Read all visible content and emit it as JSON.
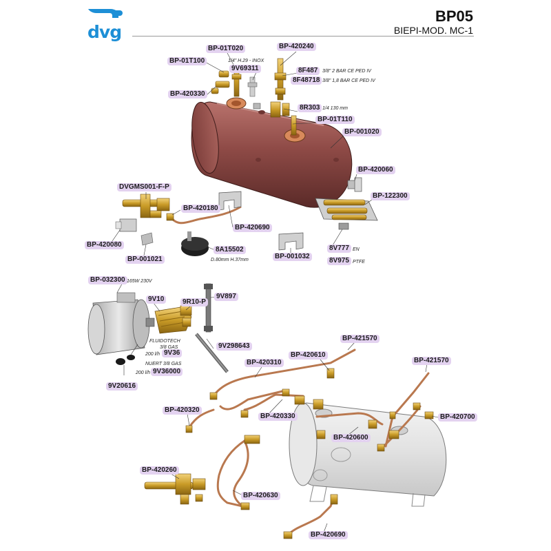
{
  "brand": {
    "name": "dvg",
    "logo_color": "#1d8fd6"
  },
  "header": {
    "code": "BP05",
    "model": "BIEPI-MOD. MC-1"
  },
  "colors": {
    "label_bg": "#e3d2f0",
    "boiler": "#8e4a46",
    "brass": "#c99b27",
    "copper": "#b9784f",
    "ghost_boiler": "#e6e6e6"
  },
  "labels": {
    "bp_01t020": "BP-01T020",
    "bp_420240": "BP-420240",
    "bp_01t100": "BP-01T100",
    "note_1_4_h29_inox": "1/4\" H.29 - INOX",
    "v9_69311": "9V69311",
    "f8_487": "8F487",
    "note_8f487": "3/8\" 2 BAR CE PED IV",
    "f8_48718": "8F48718",
    "note_8f48718": "3/8\" 1,8 BAR CE PED IV",
    "bp_420330_top": "BP-420330",
    "r8_303": "8R303",
    "note_8r303": "1/4 130 mm",
    "bp_01t110": "BP-01T110",
    "bp_001020": "BP-001020",
    "bp_420060": "BP-420060",
    "dvgms001": "DVGMS001-F-P",
    "bp_122300": "BP-122300",
    "bp_420180": "BP-420180",
    "bp_420690_top": "BP-420690",
    "bp_420080": "BP-420080",
    "a8_15502": "8A15502",
    "note_8a15502": "D.80mm H.37mm",
    "bp_001032": "BP-001032",
    "v8_777": "8V777",
    "note_8v777": "EN",
    "v8_975": "8V975",
    "note_8v975": "PTFE",
    "bp_001021": "BP-001021",
    "bp_032300": "BP-032300",
    "note_032300": "165W 230V",
    "v9_10": "9V10",
    "r9_10p": "9R10-P",
    "v9_897": "9V897",
    "note_fluidotech": "FLUIDOTECH",
    "note_38gas_a": "3/8 GAS",
    "note_200lh_a": "200 l/h",
    "v9_36": "9V36",
    "v9_298643": "9V298643",
    "note_nuert": "NUERT 3/8 GAS",
    "note_200lh_b": "200 l/h",
    "v9_36000": "9V36000",
    "v9_20616": "9V20616",
    "bp_421570_a": "BP-421570",
    "bp_420610": "BP-420610",
    "bp_420310": "BP-420310",
    "bp_421570_b": "BP-421570",
    "bp_420320": "BP-420320",
    "bp_420330_bottom": "BP-420330",
    "bp_420700": "BP-420700",
    "bp_420600": "BP-420600",
    "bp_420260": "BP-420260",
    "bp_420630": "BP-420630",
    "bp_420690_bottom": "BP-420690"
  }
}
